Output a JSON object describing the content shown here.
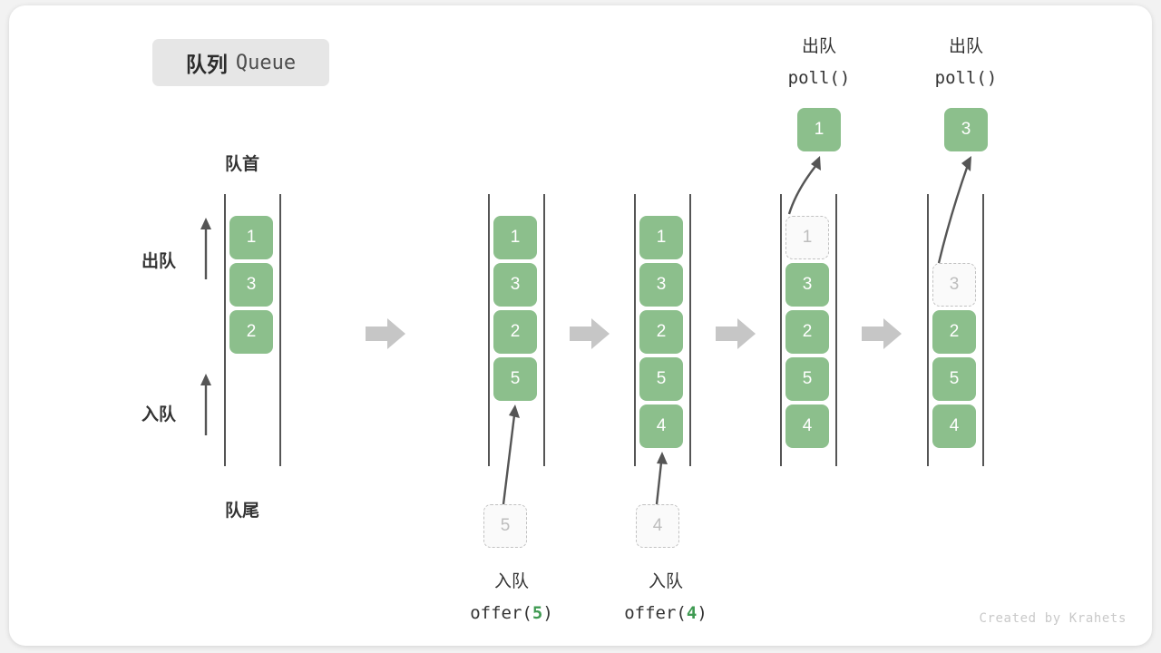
{
  "card": {
    "title": {
      "cn": "队列",
      "en": "Queue"
    },
    "footer": "Created by Krahets",
    "colors": {
      "cell_fill": "#8cbf8c",
      "cell_text": "#ffffff",
      "ghost_fill": "#fafafa",
      "ghost_border": "#c2c2c2",
      "ghost_text": "#bdbdbd",
      "rail": "#555555",
      "arrow_gray": "#c6c6c6",
      "arrow_dark": "#555555",
      "accent_green": "#3f9a52",
      "pill_bg": "#e6e6e6"
    }
  },
  "labels": {
    "front": "队首",
    "rear": "队尾",
    "dequeue": "出队",
    "enqueue": "入队"
  },
  "steps": [
    {
      "id": "step-initial",
      "cells": [
        "1",
        "3",
        "2"
      ],
      "ghost_index": null,
      "incoming": null,
      "popped": null,
      "op_cn": null,
      "op_code": null
    },
    {
      "id": "step-offer-5",
      "cells": [
        "1",
        "3",
        "2",
        "5"
      ],
      "ghost_index": null,
      "incoming": "5",
      "popped": null,
      "op_cn": "入队",
      "op_code_prefix": "offer(",
      "op_code_num": "5",
      "op_code_suffix": ")"
    },
    {
      "id": "step-offer-4",
      "cells": [
        "1",
        "3",
        "2",
        "5",
        "4"
      ],
      "ghost_index": null,
      "incoming": "4",
      "popped": null,
      "op_cn": "入队",
      "op_code_prefix": "offer(",
      "op_code_num": "4",
      "op_code_suffix": ")"
    },
    {
      "id": "step-poll-1",
      "cells": [
        "1",
        "3",
        "2",
        "5",
        "4"
      ],
      "ghost_index": 0,
      "incoming": null,
      "popped": "1",
      "op_cn": "出队",
      "op_code": "poll()"
    },
    {
      "id": "step-poll-3",
      "cells": [
        "3",
        "2",
        "5",
        "4"
      ],
      "ghost_index": 0,
      "incoming": null,
      "popped": "3",
      "op_cn": "出队",
      "op_code": "poll()"
    }
  ],
  "transition_arrows": [
    {
      "name": "transition-arrow-1"
    },
    {
      "name": "transition-arrow-2"
    },
    {
      "name": "transition-arrow-3"
    },
    {
      "name": "transition-arrow-4"
    }
  ]
}
